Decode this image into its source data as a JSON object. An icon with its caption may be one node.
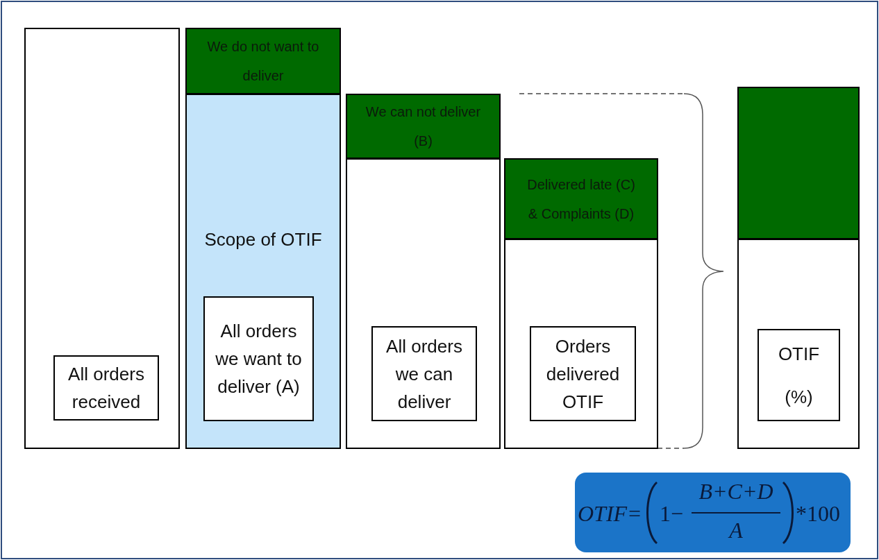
{
  "diagram": {
    "nodes": [
      {
        "text": [],
        "shape": "box"
      },
      {
        "text": [
          "All orders received"
        ],
        "in": 0
      },
      {
        "text": [
          "We do not want to deliver"
        ]
      },
      {
        "text": [
          "Scope of OTIF"
        ]
      },
      {
        "text": [
          "All orders we want to deliver (A)"
        ],
        "in": 3
      },
      {
        "text": [
          "We can not deliver (B)"
        ]
      },
      {
        "text": [],
        "shape": "box"
      },
      {
        "text": [
          "All orders we can deliver"
        ],
        "in": 6
      },
      {
        "text": [
          "Delivered late (C) & Complaints (D)"
        ]
      },
      {
        "text": [],
        "shape": "box"
      },
      {
        "text": [
          "Orders delivered OTIF"
        ],
        "in": 9
      },
      {
        "text": [],
        "shape": "box"
      },
      {
        "text": [],
        "shape": "box"
      },
      {
        "text": [
          "OTIF (%)"
        ],
        "in": 12
      },
      {
        "text": [
          "OTIF=",
          "1−",
          "B+C+D",
          "A",
          "*100"
        ]
      }
    ]
  }
}
